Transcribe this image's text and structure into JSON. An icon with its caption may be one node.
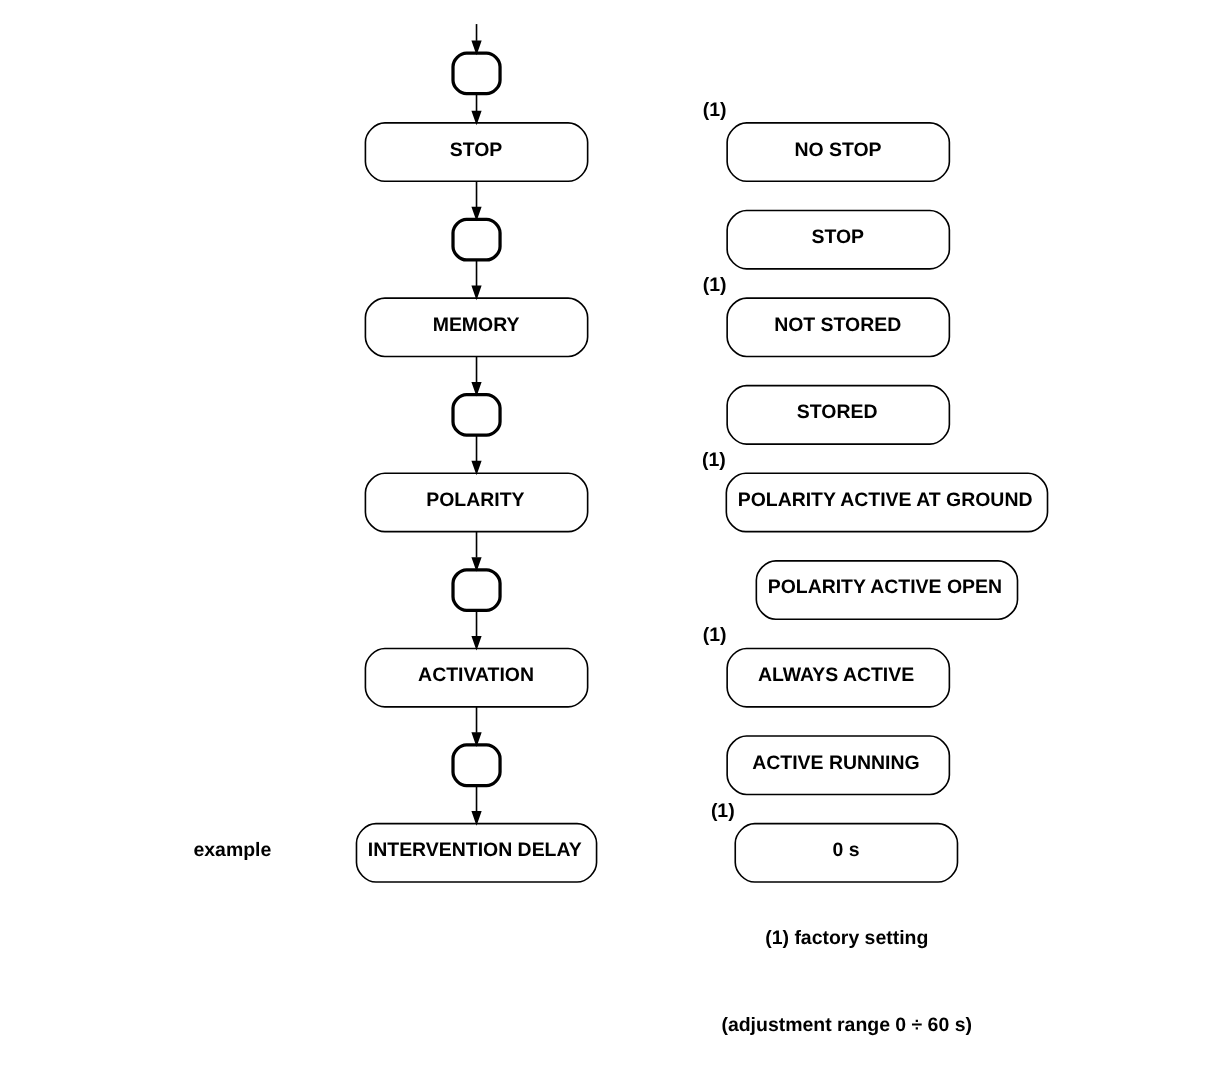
{
  "diagram": {
    "nodes": [
      {
        "text": [],
        "shape": "box"
      },
      {
        "text": [
          "STOP"
        ]
      },
      {
        "text": [],
        "shape": "box"
      },
      {
        "text": [
          "MEMORY"
        ]
      },
      {
        "text": [],
        "shape": "box"
      },
      {
        "text": [
          "POLARITY"
        ]
      },
      {
        "text": [],
        "shape": "box"
      },
      {
        "text": [
          "ACTIVATION"
        ]
      },
      {
        "text": [],
        "shape": "box"
      },
      {
        "text": [
          "INTERVENTION DELAY"
        ]
      },
      {
        "text": [
          "NO STOP"
        ],
        "beside": [
          "(1)"
        ]
      },
      {
        "text": [
          "STOP"
        ]
      },
      {
        "text": [
          "NOT STORED"
        ],
        "beside": [
          "(1)"
        ]
      },
      {
        "text": [
          "STORED"
        ]
      },
      {
        "text": [
          "POLARITY ACTIVE AT GROUND"
        ],
        "beside": [
          "(1)"
        ]
      },
      {
        "text": [
          "POLARITY ACTIVE OPEN"
        ]
      },
      {
        "text": [
          "ALWAYS ACTIVE"
        ],
        "beside": [
          "(1)"
        ]
      },
      {
        "text": [
          "ACTIVE RUNNING"
        ]
      },
      {
        "text": [
          "0 s"
        ],
        "beside": [
          "(1)"
        ]
      }
    ],
    "edges": [
      {
        "from": null,
        "to": 0,
        "arrow": "to"
      },
      {
        "from": 0,
        "to": 1,
        "arrow": "to"
      },
      {
        "from": 1,
        "to": 2,
        "arrow": "to"
      },
      {
        "from": 2,
        "to": 3,
        "arrow": "to"
      },
      {
        "from": 3,
        "to": 4,
        "arrow": "to"
      },
      {
        "from": 4,
        "to": 5,
        "arrow": "to"
      },
      {
        "from": 5,
        "to": 6,
        "arrow": "to"
      },
      {
        "from": 6,
        "to": 7,
        "arrow": "to"
      },
      {
        "from": 7,
        "to": 8,
        "arrow": "to"
      },
      {
        "from": 8,
        "to": 9,
        "arrow": "to"
      }
    ],
    "labels": [
      "example",
      "(1) factory setting",
      "(adjustment range 0 ÷ 60 s)"
    ]
  }
}
